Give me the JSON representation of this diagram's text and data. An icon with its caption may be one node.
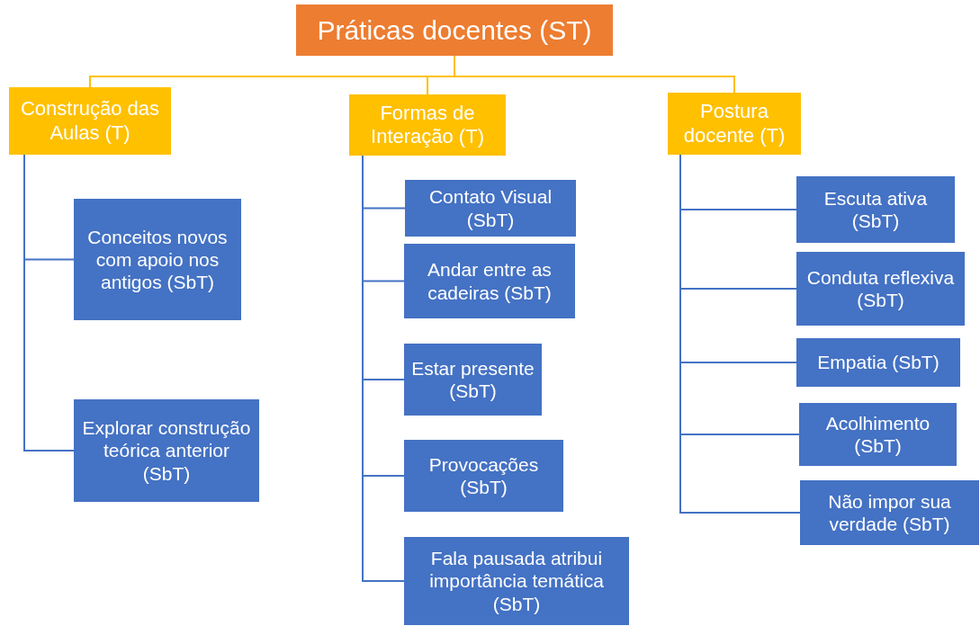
{
  "diagram": {
    "nodes": [
      {
        "text": [
          "Práticas docentes (ST)"
        ]
      },
      {
        "text": [
          "Construção das Aulas (T)"
        ]
      },
      {
        "text": [
          "Formas de Interação (T)"
        ]
      },
      {
        "text": [
          "Postura docente (T)"
        ]
      },
      {
        "text": [
          "Conceitos novos com apoio nos antigos (SbT)"
        ]
      },
      {
        "text": [
          "Explorar construção teórica anterior (SbT)"
        ]
      },
      {
        "text": [
          "Contato Visual (SbT)"
        ]
      },
      {
        "text": [
          "Andar entre as cadeiras (SbT)"
        ]
      },
      {
        "text": [
          "Estar presente (SbT)"
        ]
      },
      {
        "text": [
          "Provocações (SbT)"
        ]
      },
      {
        "text": [
          "Fala pausada atribui importância temática (SbT)"
        ]
      },
      {
        "text": [
          "Escuta ativa (SbT)"
        ]
      },
      {
        "text": [
          "Conduta reflexiva (SbT)"
        ]
      },
      {
        "text": [
          "Empatia (SbT)"
        ]
      },
      {
        "text": [
          "Acolhimento (SbT)"
        ]
      },
      {
        "text": [
          "Não impor sua verdade (SbT)"
        ]
      }
    ],
    "edges": [
      {
        "from": 0,
        "to": 1,
        "arrow": "none",
        "color": "#ffc000"
      },
      {
        "from": 0,
        "to": 2,
        "arrow": "none",
        "color": "#ffc000"
      },
      {
        "from": 0,
        "to": 3,
        "arrow": "none",
        "color": "#ffc000"
      },
      {
        "from": 1,
        "to": 4,
        "arrow": "none"
      },
      {
        "from": 1,
        "to": 5,
        "arrow": "none"
      },
      {
        "from": 2,
        "to": 6,
        "arrow": "none"
      },
      {
        "from": 2,
        "to": 7,
        "arrow": "none"
      },
      {
        "from": 2,
        "to": 8,
        "arrow": "none"
      },
      {
        "from": 2,
        "to": 9,
        "arrow": "none"
      },
      {
        "from": 2,
        "to": 10,
        "arrow": "none"
      },
      {
        "from": 3,
        "to": 11,
        "arrow": "none"
      },
      {
        "from": 3,
        "to": 12,
        "arrow": "none"
      },
      {
        "from": 3,
        "to": 13,
        "arrow": "none"
      },
      {
        "from": 3,
        "to": 14,
        "arrow": "none"
      },
      {
        "from": 3,
        "to": 15,
        "arrow": "none"
      }
    ]
  }
}
